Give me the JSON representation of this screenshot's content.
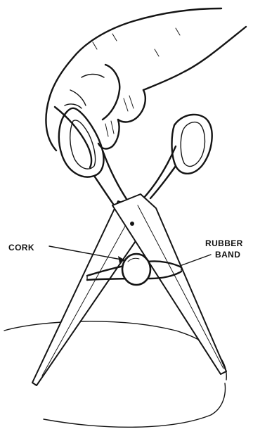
{
  "labels": {
    "cork": "CORK",
    "rubber_band_line1": "RUBBER",
    "rubber_band_line2": "BAND"
  },
  "colors": {
    "ink": "#141414",
    "background": "#ffffff"
  }
}
